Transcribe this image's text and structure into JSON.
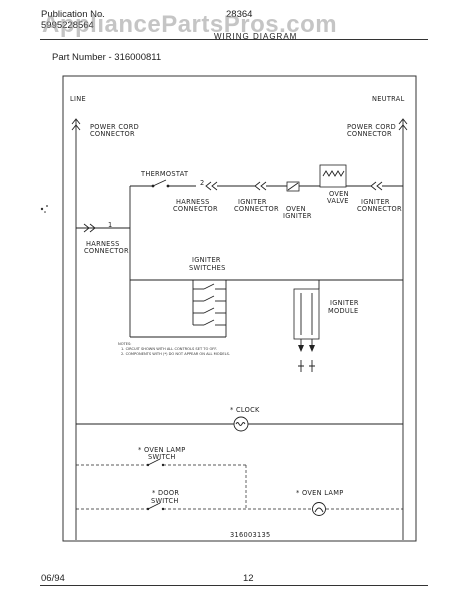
{
  "header": {
    "publication_label": "Publication No.",
    "publication_number": "5995228564",
    "doc_code": "28364",
    "diagram_title": "WIRING DIAGRAM",
    "part_number": "Part Number - 316000811",
    "watermark": "AppliancePartsPros.com"
  },
  "diagram": {
    "rails": {
      "left": "LINE",
      "right": "NEUTRAL"
    },
    "power_cord_left": [
      "POWER CORD",
      "CONNECTOR"
    ],
    "power_cord_right": [
      "POWER CORD",
      "CONNECTOR"
    ],
    "thermostat": "THERMOSTAT",
    "wire_number_1": "1",
    "wire_number_2": "2",
    "harness_connector_top": [
      "HARNESS",
      "CONNECTOR"
    ],
    "igniter_connector_left": [
      "IGNITER",
      "CONNECTOR"
    ],
    "oven_igniter": [
      "OVEN",
      "IGNITER"
    ],
    "oven_valve": [
      "OVEN",
      "VALVE"
    ],
    "igniter_connector_right": [
      "IGNITER",
      "CONNECTOR"
    ],
    "harness_connector_left": [
      "HARNESS",
      "CONNECTOR"
    ],
    "igniter_switches": [
      "IGNITER",
      "SWITCHES"
    ],
    "igniter_module": [
      "IGNITER",
      "MODULE"
    ],
    "notes": [
      "NOTES:",
      "1. CIRCUIT SHOWN WITH ALL CONTROLS SET TO OFF.",
      "2. COMPONENTS WITH (*) DO NOT APPEAR ON ALL MODELS."
    ],
    "clock": "* CLOCK",
    "oven_lamp_switch": [
      "* OVEN LAMP",
      "SWITCH"
    ],
    "door_switch": [
      "* DOOR",
      "SWITCH"
    ],
    "oven_lamp": "* OVEN LAMP",
    "drawing_number": "316003135"
  },
  "footer": {
    "date": "06/94",
    "page": "12"
  }
}
